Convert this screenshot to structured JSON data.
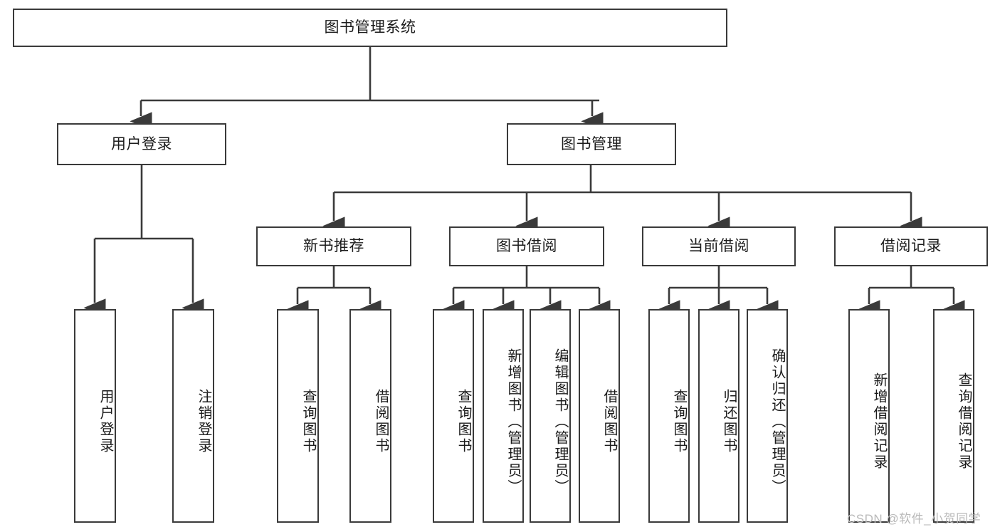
{
  "diagram": {
    "title_node": {
      "label": "图书管理系统"
    },
    "level2": [
      {
        "id": "user-login",
        "label": "用户登录"
      },
      {
        "id": "book-manage",
        "label": "图书管理"
      }
    ],
    "level3": [
      {
        "id": "new-book-recommend",
        "label": "新书推荐"
      },
      {
        "id": "book-borrow",
        "label": "图书借阅"
      },
      {
        "id": "current-borrow",
        "label": "当前借阅"
      },
      {
        "id": "borrow-record",
        "label": "借阅记录"
      }
    ],
    "leaves": {
      "user_login": [
        {
          "id": "leaf-user-login",
          "label": "用户登录"
        },
        {
          "id": "leaf-logout-login",
          "label": "注销登录"
        }
      ],
      "new_book_recommend": [
        {
          "id": "leaf-query-book-1",
          "label": "查询图书"
        },
        {
          "id": "leaf-borrow-book-1",
          "label": "借阅图书"
        }
      ],
      "book_borrow": [
        {
          "id": "leaf-query-book-2",
          "label": "查询图书"
        },
        {
          "id": "leaf-add-book",
          "label": "新增图书（管理员）"
        },
        {
          "id": "leaf-edit-book",
          "label": "编辑图书（管理员）"
        },
        {
          "id": "leaf-borrow-book-2",
          "label": "借阅图书"
        }
      ],
      "current_borrow": [
        {
          "id": "leaf-query-book-3",
          "label": "查询图书"
        },
        {
          "id": "leaf-return-book",
          "label": "归还图书"
        },
        {
          "id": "leaf-confirm-return",
          "label": "确认归还（管理员）"
        }
      ],
      "borrow_record": [
        {
          "id": "leaf-add-record",
          "label": "新增借阅记录"
        },
        {
          "id": "leaf-query-record",
          "label": "查询借阅记录"
        }
      ]
    }
  },
  "watermark": {
    "text": "CSDN @软件_小贺同学"
  },
  "colors": {
    "border": "#3a3a3a",
    "text": "#1b1b1b",
    "background": "#ffffff",
    "watermark": "#b9b9b9"
  }
}
